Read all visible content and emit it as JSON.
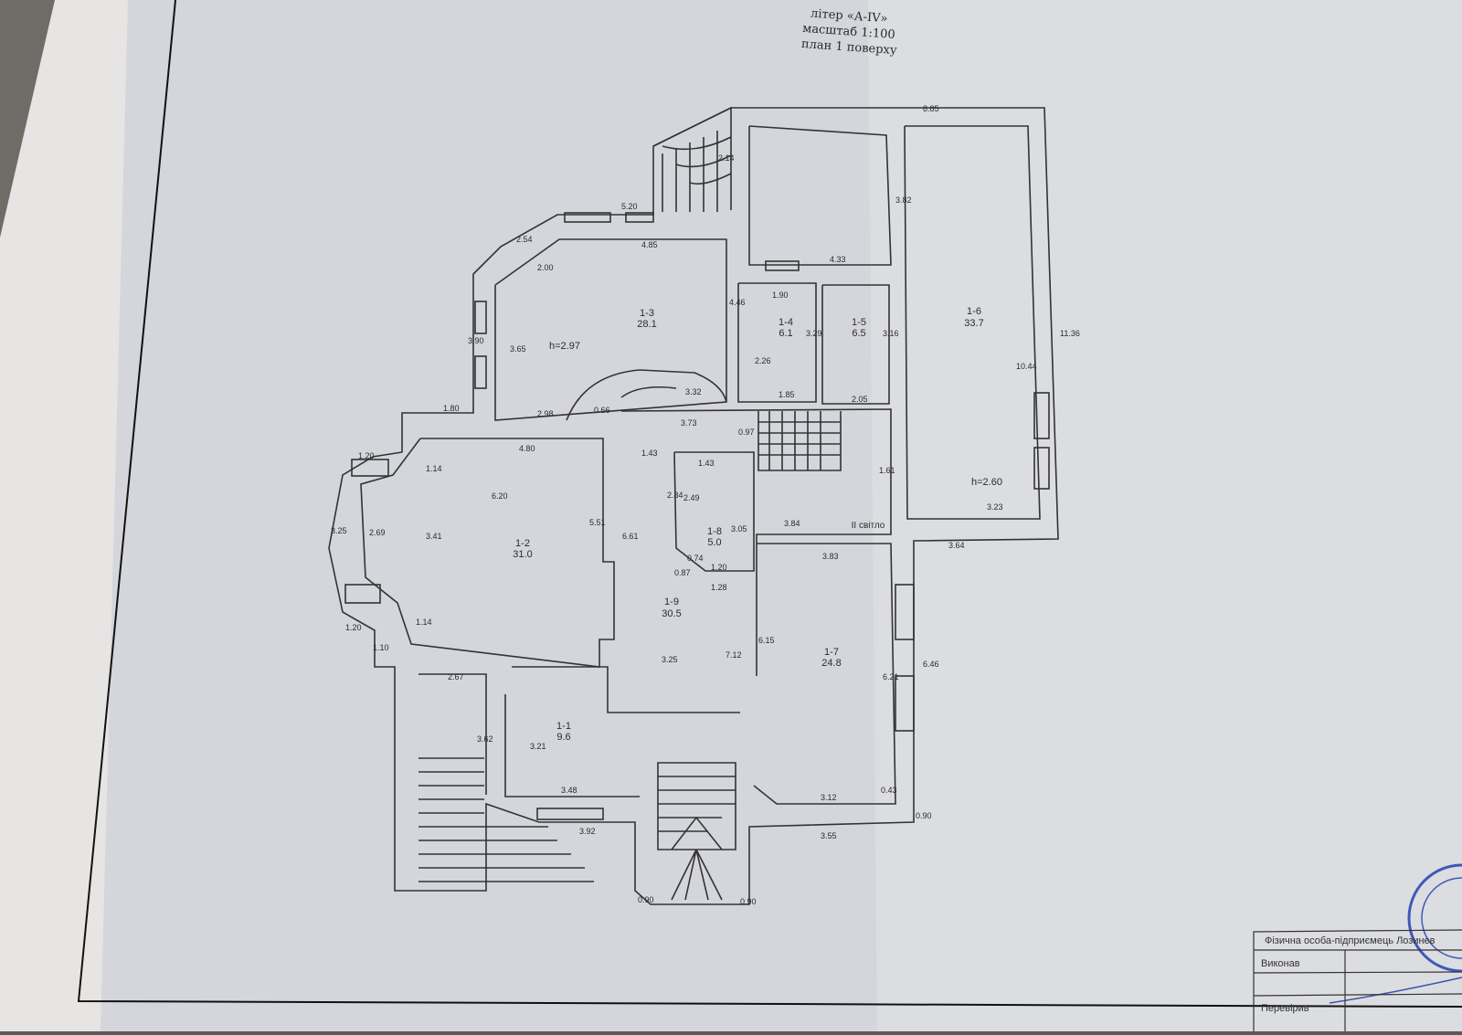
{
  "header": {
    "line1": "літер «А-IV»",
    "line2": "масштаб 1:100",
    "line3": "план 1 поверху"
  },
  "rooms": [
    {
      "id": "1-1",
      "area": "9.6"
    },
    {
      "id": "1-2",
      "area": "31.0"
    },
    {
      "id": "1-3",
      "area": "28.1",
      "height": "h=2.97"
    },
    {
      "id": "1-4",
      "area": "6.1"
    },
    {
      "id": "1-5",
      "area": "6.5"
    },
    {
      "id": "1-6",
      "area": "33.7",
      "height": "h=2.60"
    },
    {
      "id": "1-7",
      "area": "24.8"
    },
    {
      "id": "1-8",
      "area": "5.0"
    },
    {
      "id": "1-9",
      "area": "30.5"
    }
  ],
  "light_well": "II світло",
  "dimensions": [
    "8.85",
    "5.20",
    "2.54",
    "2.00",
    "4.85",
    "3.82",
    "4.33",
    "1.90",
    "4.46",
    "3.90",
    "3.65",
    "3.29",
    "3.16",
    "2.26",
    "11.36",
    "10.44",
    "1.85",
    "2.05",
    "3.32",
    "0.66",
    "2.98",
    "1.80",
    "3.73",
    "0.97",
    "4.80",
    "1.43",
    "1.43",
    "1.14",
    "1.20",
    "6.20",
    "2.84",
    "2.49",
    "1.61",
    "3.25",
    "2.69",
    "3.41",
    "5.51",
    "6.61",
    "3.05",
    "3.84",
    "3.23",
    "0.74",
    "3.64",
    "0.87",
    "1.20",
    "3.83",
    "1.28",
    "1.20",
    "1.14",
    "1.10",
    "6.15",
    "6.46",
    "7.12",
    "2.67",
    "3.25",
    "6.21",
    "3.62",
    "3.21",
    "3.48",
    "3.12",
    "0.43",
    "3.92",
    "3.55",
    "0.90",
    "0.90",
    "0.90",
    "2.14"
  ],
  "title_block": {
    "performer_line": "Фізична особа-підприємець Лозинев",
    "executed": "Виконав",
    "checked": "Перевірив"
  }
}
